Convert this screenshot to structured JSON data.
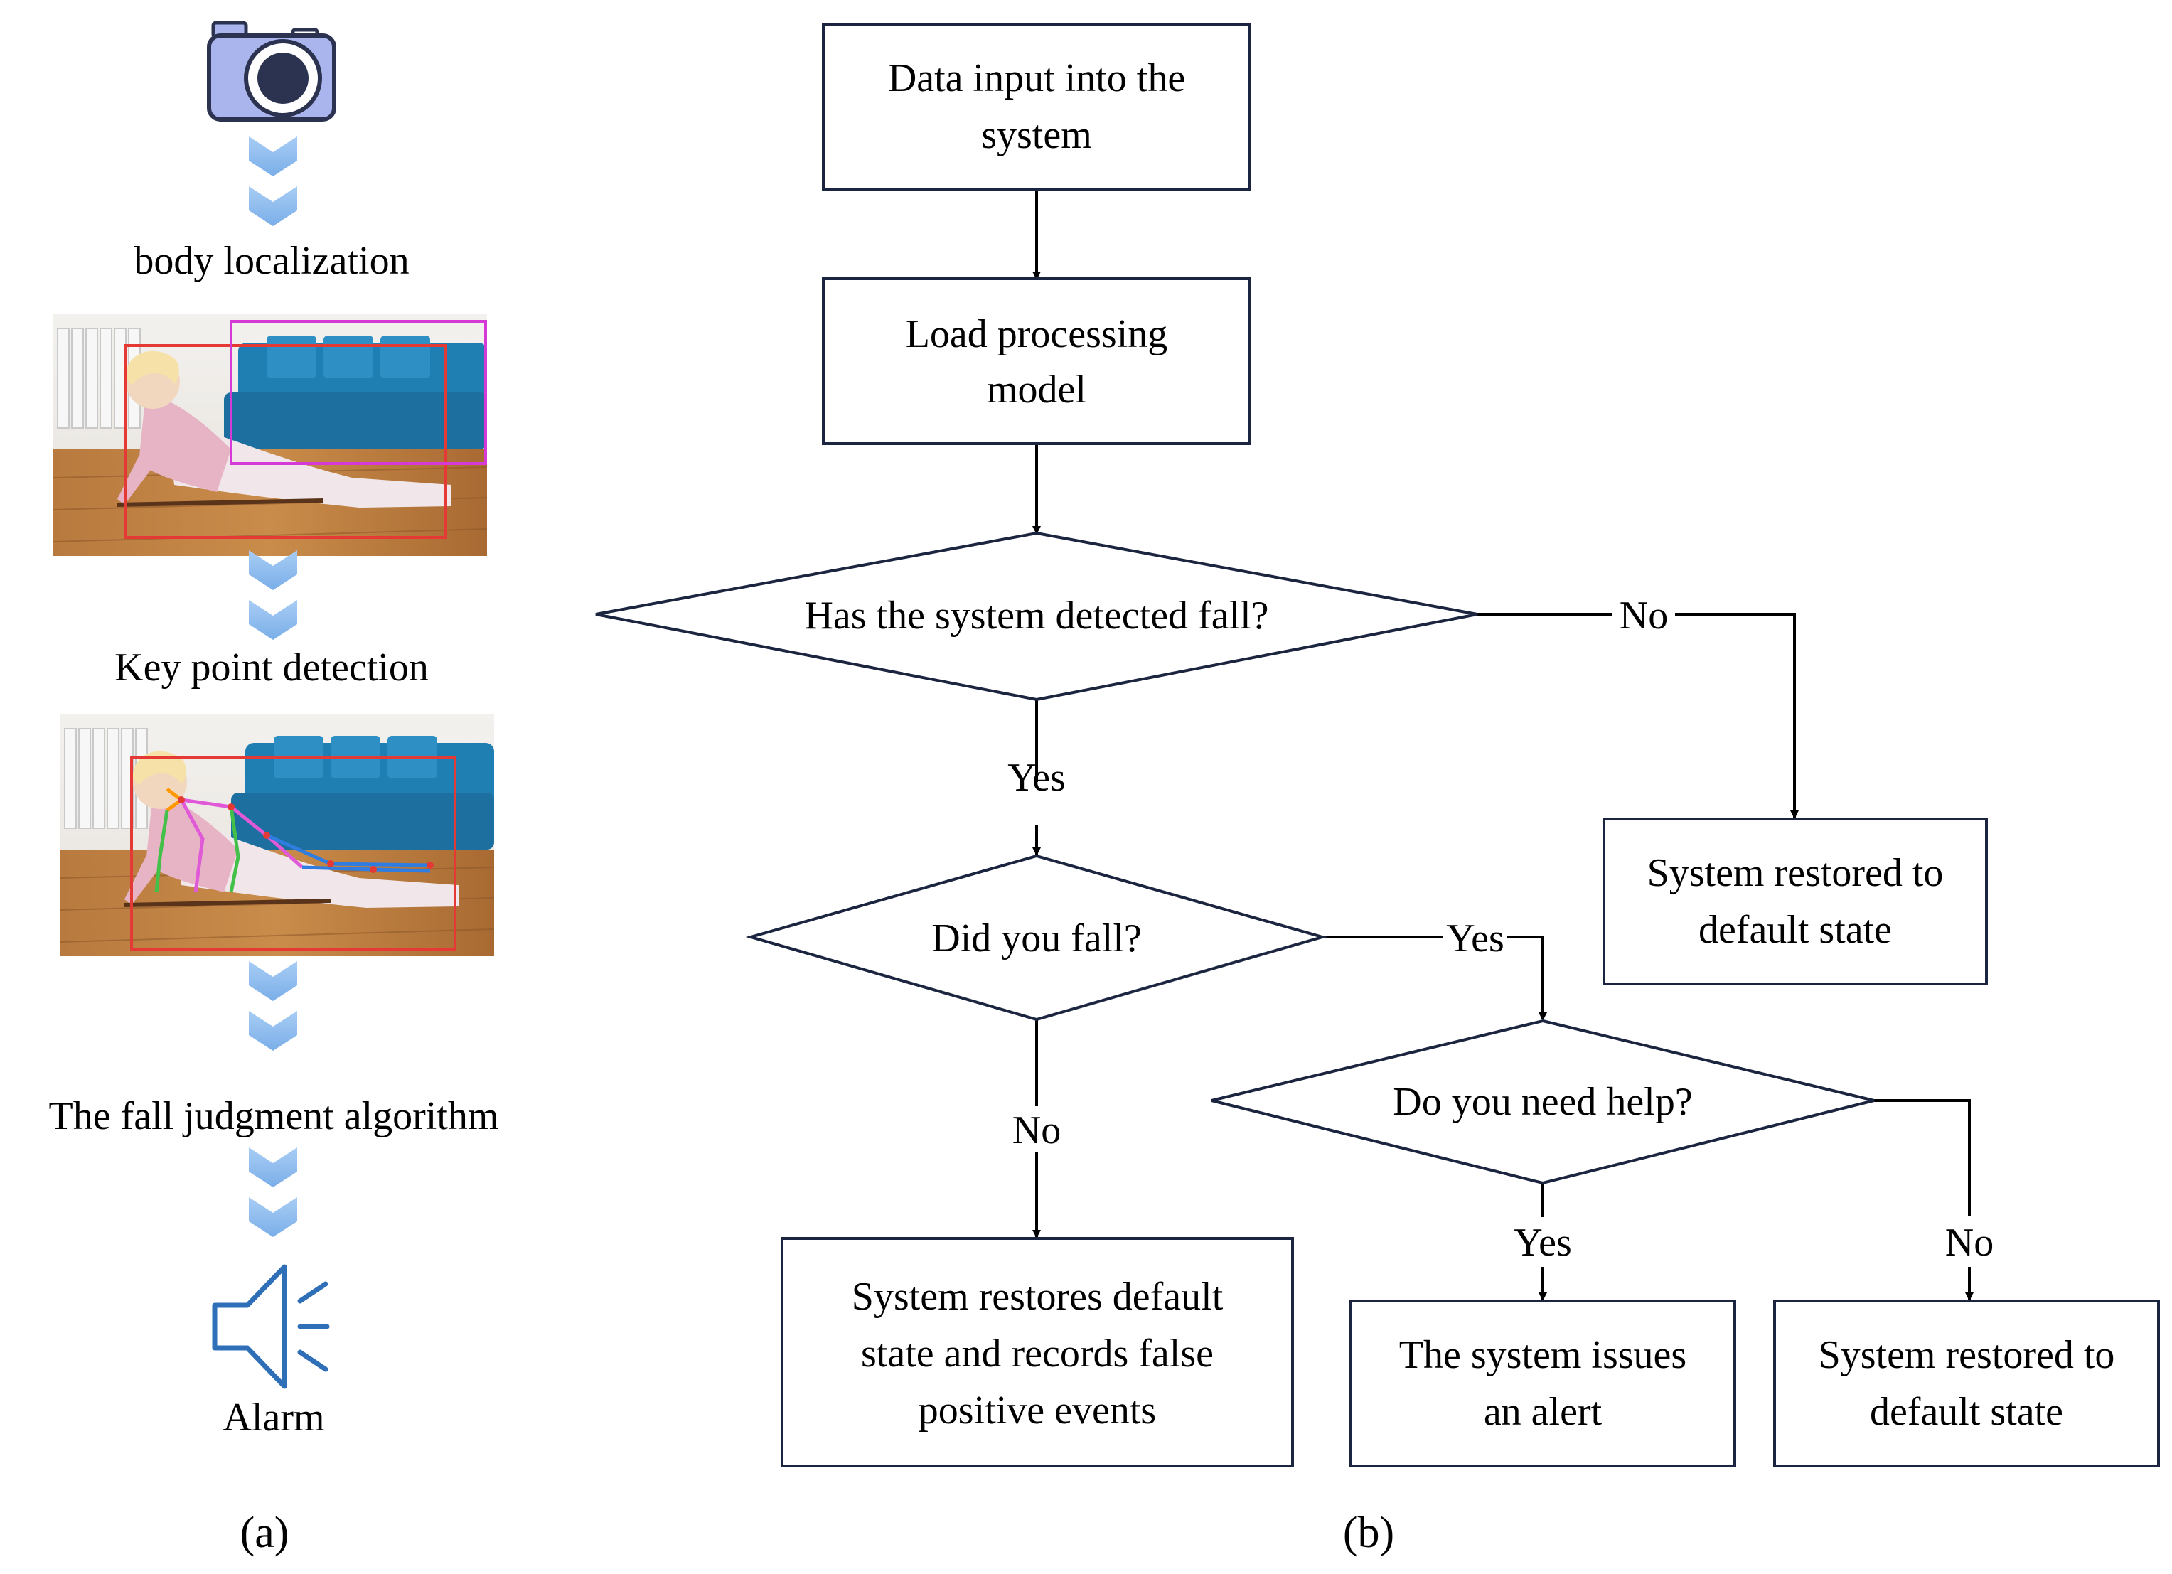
{
  "panel_a": {
    "steps": {
      "body_localization": "body localization",
      "key_point_detection": "Key point detection",
      "fall_judgment": "The fall judgment algorithm",
      "alarm": "Alarm"
    },
    "label": "(a)"
  },
  "panel_b": {
    "nodes": {
      "data_input": [
        "Data input into the",
        "system"
      ],
      "load_model": [
        "Load processing",
        "model"
      ],
      "detected_fall": "Has the system detected fall?",
      "restored_1": [
        "System restored to",
        "default state"
      ],
      "did_you_fall": "Did you fall?",
      "need_help": "Do you need help?",
      "restores_false_positive": [
        "System restores default",
        "state and records false",
        "positive events"
      ],
      "issues_alert": [
        "The system issues",
        "an alert"
      ],
      "restored_2": [
        "System restored to",
        "default state"
      ]
    },
    "edges": {
      "detected_no": "No",
      "detected_yes": "Yes",
      "fall_yes": "Yes",
      "fall_no": "No",
      "help_yes": "Yes",
      "help_no": "No"
    },
    "label": "(b)"
  },
  "colors": {
    "node_border": "#1c2540",
    "arrow_blue": "#8ab8ee",
    "camera_body": "#a9b5ec",
    "speaker": "#2f6fb8",
    "bbox_red": "#e53935",
    "bbox_magenta": "#d63ad6"
  },
  "icons": [
    "camera-icon",
    "chevron-down-icon",
    "speaker-icon"
  ]
}
